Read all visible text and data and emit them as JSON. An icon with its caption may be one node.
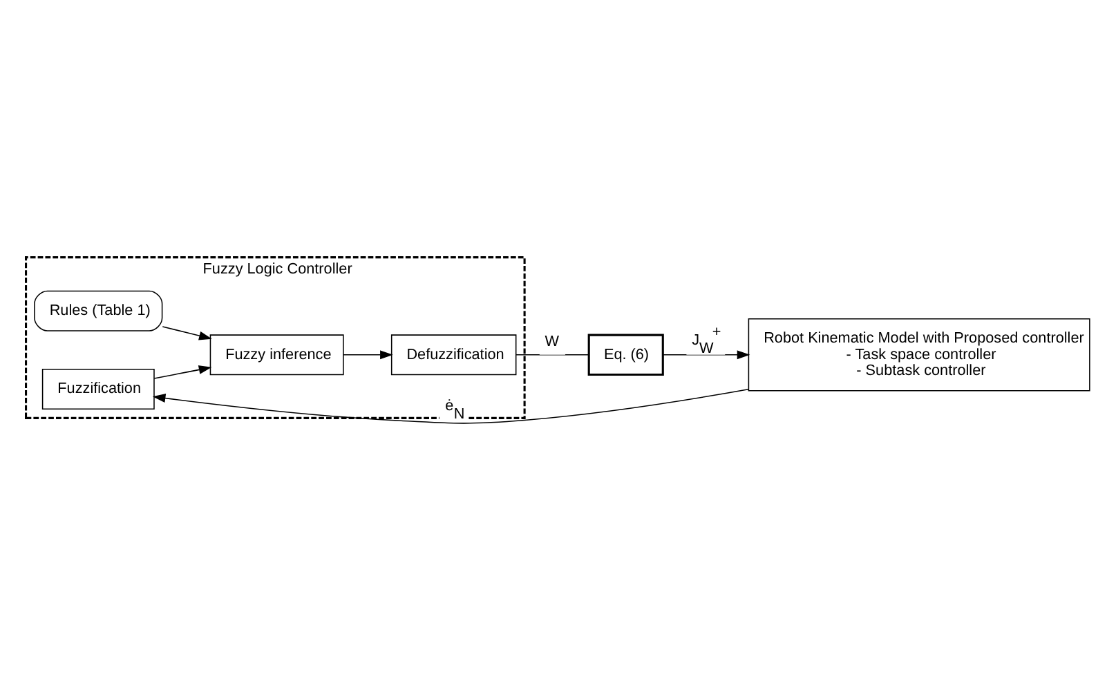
{
  "diagram": {
    "nodes": [
      {
        "text": [
          "Fuzzy Logic Controller"
        ]
      },
      {
        "text": [
          "Rules (Table 1)"
        ],
        "in": 0
      },
      {
        "text": [
          "Fuzzification"
        ],
        "in": 0
      },
      {
        "text": [
          "Fuzzy inference"
        ],
        "in": 0
      },
      {
        "text": [
          "Defuzzification"
        ],
        "in": 0
      },
      {
        "text": [
          "Eq. (6)"
        ]
      },
      {
        "text": [
          "Robot Kinematic Model with Proposed controller",
          "- Task space controller",
          "- Subtask controller"
        ]
      }
    ],
    "edges": [
      {
        "from": 1,
        "to": 3,
        "arrow": "to"
      },
      {
        "from": 2,
        "to": 3,
        "arrow": "to"
      },
      {
        "from": 3,
        "to": 4,
        "arrow": "to"
      },
      {
        "from": 4,
        "to": 5,
        "arrow": "none",
        "label": "W"
      },
      {
        "from": 5,
        "to": 6,
        "arrow": "to",
        "label": "J$_{W}$$^{+}$"
      },
      {
        "from": 6,
        "to": 2,
        "arrow": "to",
        "label": "ė$_{N}$"
      }
    ]
  }
}
